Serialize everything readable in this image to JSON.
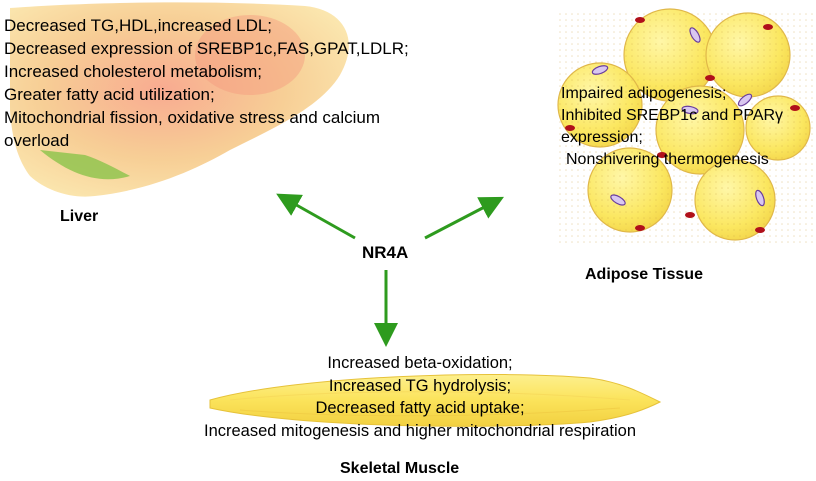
{
  "center": {
    "label": "NR4A"
  },
  "liver": {
    "label": "Liver",
    "effects": [
      "Decreased TG,HDL,increased LDL;",
      "Decreased expression of SREBP1c,FAS,GPAT,LDLR;",
      "Increased cholesterol metabolism;",
      "Greater fatty acid utilization;",
      "Mitochondrial fission, oxidative stress and calcium",
      "overload"
    ]
  },
  "adipose": {
    "label": "Adipose Tissue",
    "effects": [
      "Impaired adipogenesis;",
      "Inhibited SREBP1c and PPARγ",
      "expression;",
      "Nonshivering thermogenesis"
    ]
  },
  "muscle": {
    "label": "Skeletal Muscle",
    "effects": [
      "Increased beta-oxidation;",
      "Increased TG hydrolysis;",
      "Decreased fatty acid uptake;",
      "Increased mitogenesis and higher mitochondrial respiration"
    ]
  },
  "colors": {
    "arrow": "#2e9b1e",
    "liver_fill": "#f6c98a",
    "adipocyte_fill": "#fbe760",
    "muscle_fill": "#fbe35a"
  }
}
